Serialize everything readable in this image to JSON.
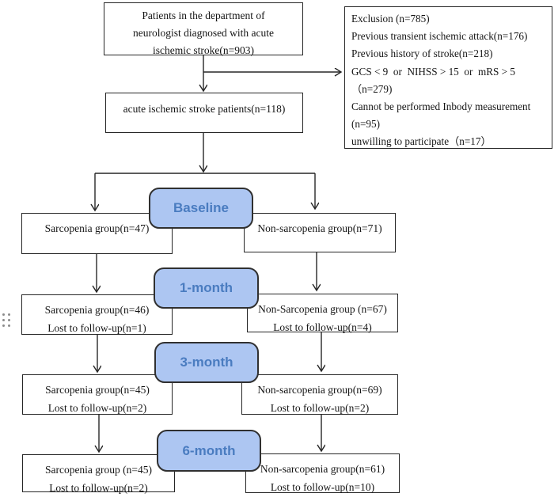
{
  "diagram": {
    "top_box": {
      "lines": [
        "Patients in the department of",
        "neurologist diagnosed with acute",
        "ischemic stroke(n=903)"
      ]
    },
    "exclusion_box": {
      "lines": [
        "Exclusion (n=785)",
        "Previous transient ischemic attack(n=176)",
        "Previous history of stroke(n=218)",
        "GCS < 9  or  NIHSS > 15  or  mRS > 5",
        "（n=279)",
        "Cannot be performed Inbody measurement",
        "(n=95)",
        "unwilling to participate（n=17）"
      ]
    },
    "enrolled_box": {
      "text": "acute ischemic stroke patients(n=118)"
    },
    "stages": [
      {
        "label": "Baseline",
        "left_line1": "Sarcopenia group(n=47)",
        "left_line2": "",
        "right_line1": "Non-sarcopenia group(n=71)",
        "right_line2": ""
      },
      {
        "label": "1-month",
        "left_line1": "Sarcopenia group(n=46)",
        "left_line2": "Lost to follow-up(n=1)",
        "right_line1": "Non-Sarcopenia group (n=67)",
        "right_line2": "Lost to follow-up(n=4)"
      },
      {
        "label": "3-month",
        "left_line1": "Sarcopenia group(n=45)",
        "left_line2": "Lost to follow-up(n=2)",
        "right_line1": "Non-sarcopenia group(n=69)",
        "right_line2": "Lost to follow-up(n=2)"
      },
      {
        "label": "6-month",
        "left_line1": "Sarcopenia group (n=45)",
        "left_line2": "Lost to follow-up(n=2)",
        "right_line1": "Non-sarcopenia group(n=61)",
        "right_line2": "Lost to follow-up(n=10)"
      }
    ],
    "colors": {
      "pill_fill": "#adc6f2",
      "pill_text": "#4a7cc0",
      "line": "#262626"
    }
  }
}
